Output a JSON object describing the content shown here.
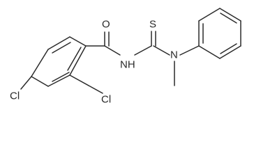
{
  "molecule": {
    "atoms": {
      "oxygen": "O",
      "nitrogen_h": "NH",
      "sulfur": "S",
      "nitrogen": "N",
      "chlorine_para": "Cl",
      "chlorine_ortho": "Cl"
    }
  }
}
